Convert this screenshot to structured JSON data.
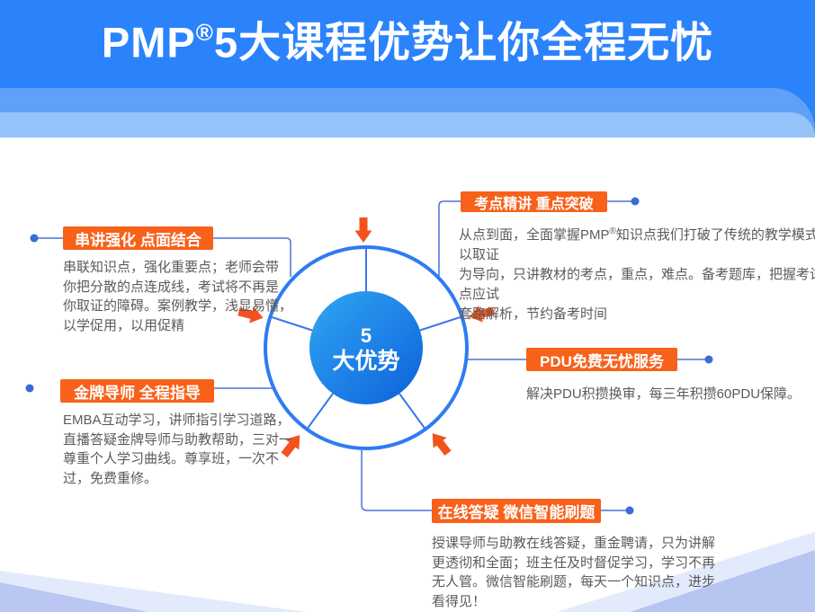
{
  "header": {
    "title_prefix": "PMP",
    "title_reg": "®",
    "title_suffix": "5大课程优势让你全程无忧",
    "bg_color": "#2b83fc",
    "band_mid_color": "#5fa0f8",
    "band_light_color": "#95c3fa"
  },
  "diagram": {
    "center_line1": "5",
    "center_line2": "大优势",
    "ring_color": "#2e7cf3",
    "inner_gradient_start": "#31a7f3",
    "inner_gradient_end": "#0c60da",
    "connector_color": "#4a74d4",
    "dot_color": "#3a6bd8",
    "arrow_color": "#f4521d",
    "label_bg_color": "#f8611a"
  },
  "features": [
    {
      "label": "串讲强化 点面结合",
      "description": "串联知识点，强化重要点；老师会带\n你把分散的点连成线，考试将不再是\n你取证的障碍。案例教学，浅显易懂，\n以学促用，以用促精"
    },
    {
      "label": "金牌导师 全程指导",
      "description": "EMBA互动学习，讲师指引学习道路，\n直播答疑金牌导师与助教帮助，三对一\n尊重个人学习曲线。尊享班，一次不\n过，免费重修。"
    },
    {
      "label": "考点精讲 重点突破",
      "description_prefix": "从点到面，全面掌握PMP",
      "description_reg": "®",
      "description_suffix": "知识点我们打破了传统的教学模式，以取证\n为导向，只讲教材的考点，重点，难点。备考题库，把握考试重点应试\n套路解析，节约备考时间"
    },
    {
      "label": "PDU免费无忧服务",
      "description": "解决PDU积攒换审，每三年积攒60PDU保障。"
    },
    {
      "label": "在线答疑 微信智能刷题",
      "description": "授课导师与助教在线答疑，重金聘请，只为讲解\n更透彻和全面；班主任及时督促学习，学习不再\n无人管。微信智能刷题，每天一个知识点，进步\n看得见！"
    }
  ]
}
